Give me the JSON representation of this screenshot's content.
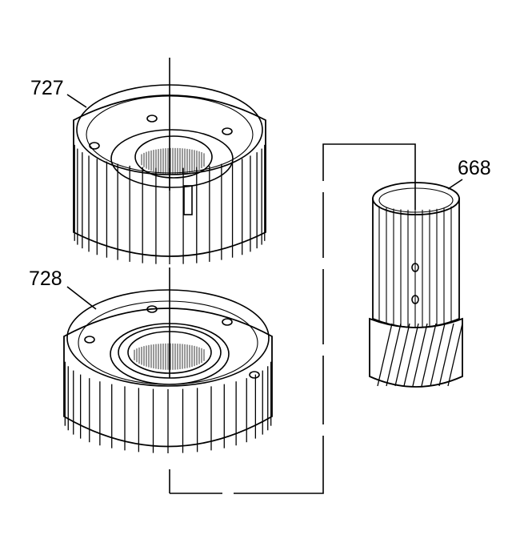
{
  "labels": {
    "part_727": "727",
    "part_728": "728",
    "part_668": "668"
  },
  "colors": {
    "stroke": "#000000",
    "background": "#ffffff"
  }
}
